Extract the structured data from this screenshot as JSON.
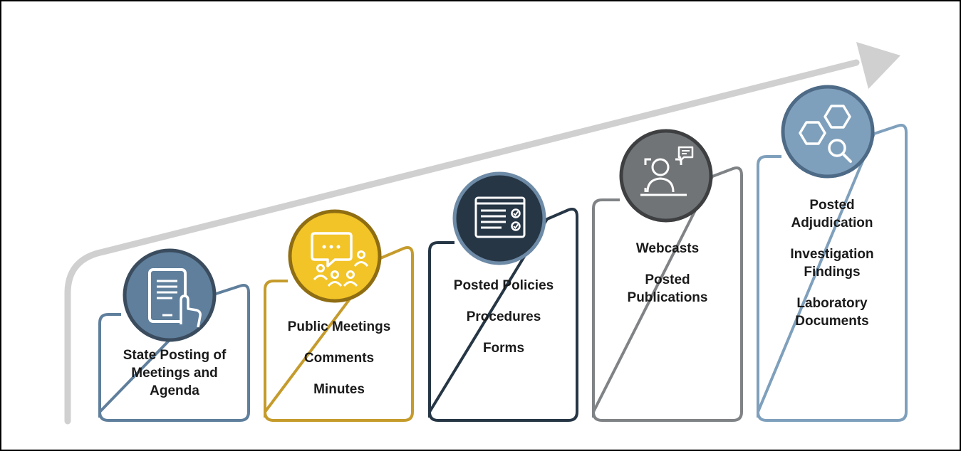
{
  "steps": [
    {
      "name": "step-1",
      "color": "#5f7f9c",
      "icon": "tablet-touch-icon",
      "items": [
        {
          "lines": [
            "State Posting of",
            "Meetings and",
            "Agenda"
          ]
        }
      ]
    },
    {
      "name": "step-2",
      "color": "#c59b2c",
      "icon": "meeting-chat-icon",
      "items": [
        {
          "lines": [
            "Public Meetings"
          ]
        },
        {
          "lines": [
            "Comments"
          ]
        },
        {
          "lines": [
            "Minutes"
          ]
        }
      ]
    },
    {
      "name": "step-3",
      "color": "#263645",
      "icon": "form-checklist-icon",
      "items": [
        {
          "lines": [
            "Posted Policies"
          ]
        },
        {
          "lines": [
            "Procedures"
          ]
        },
        {
          "lines": [
            "Forms"
          ]
        }
      ]
    },
    {
      "name": "step-4",
      "color": "#808386",
      "icon": "webcast-presenter-icon",
      "items": [
        {
          "lines": [
            "Webcasts"
          ]
        },
        {
          "lines": [
            "Posted",
            "Publications"
          ]
        }
      ]
    },
    {
      "name": "step-5",
      "color": "#7fa0bc",
      "icon": "molecule-search-icon",
      "items": [
        {
          "lines": [
            "Posted",
            "Adjudication"
          ]
        },
        {
          "lines": [
            "Investigation",
            "Findings"
          ]
        },
        {
          "lines": [
            "Laboratory",
            "Documents"
          ]
        }
      ]
    }
  ],
  "colors": {
    "arrow": "#d0d0d0",
    "step1_icon_bg": "#5f7f9c",
    "step2_icon_bg": "#f2c428",
    "step3_icon_bg": "#263645",
    "step4_icon_bg": "#717477",
    "step5_icon_bg": "#7fa0bc"
  }
}
